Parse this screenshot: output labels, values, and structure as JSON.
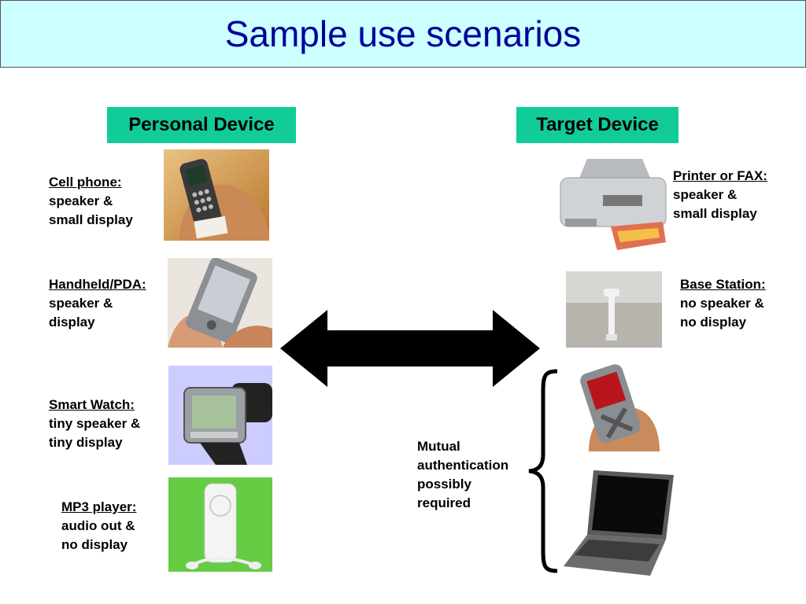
{
  "title": "Sample use scenarios",
  "headers": {
    "personal": "Personal Device",
    "target": "Target Device"
  },
  "personal_devices": [
    {
      "label": "Cell phone:",
      "desc": "speaker &\nsmall display",
      "icon": "cell-phone-photo"
    },
    {
      "label": "Handheld/PDA:",
      "desc": "speaker &\ndisplay",
      "icon": "pda-photo"
    },
    {
      "label": "Smart Watch:",
      "desc": "tiny speaker &\ntiny display",
      "icon": "smart-watch-photo"
    },
    {
      "label": "MP3 player:",
      "desc": "audio out &\nno display",
      "icon": "mp3-player-photo"
    }
  ],
  "target_devices": [
    {
      "label": "Printer or FAX:",
      "desc": "speaker &\nsmall display",
      "icon": "printer-photo"
    },
    {
      "label": "Base Station:",
      "desc": "no speaker &\nno display",
      "icon": "base-station-photo"
    }
  ],
  "mutual_note": "Mutual\nauthentication\npossibly\nrequired",
  "colors": {
    "title_bg": "#ccffff",
    "title_text": "#000099",
    "header_bg": "#11cc99"
  }
}
